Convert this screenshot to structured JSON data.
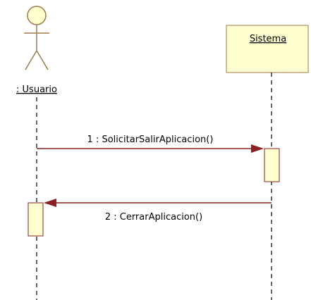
{
  "diagram": {
    "type": "sequence",
    "participants": [
      {
        "id": "user",
        "label": ": Usuario",
        "kind": "actor"
      },
      {
        "id": "system",
        "label": "Sistema",
        "kind": "object"
      }
    ],
    "messages": [
      {
        "number": "1",
        "label": "1 : SolicitarSalirAplicacion()",
        "from": "user",
        "to": "system"
      },
      {
        "number": "2",
        "label": "2 : CerrarAplicacion()",
        "from": "system",
        "to": "user"
      }
    ],
    "colors": {
      "object_fill": "#ffffd0",
      "object_border": "#a07a4a",
      "actor_stroke": "#a07a4a",
      "activation_fill": "#ffffd0",
      "activation_border": "#8b2020",
      "message_line": "#8b2020",
      "lifeline": "#000000"
    }
  }
}
